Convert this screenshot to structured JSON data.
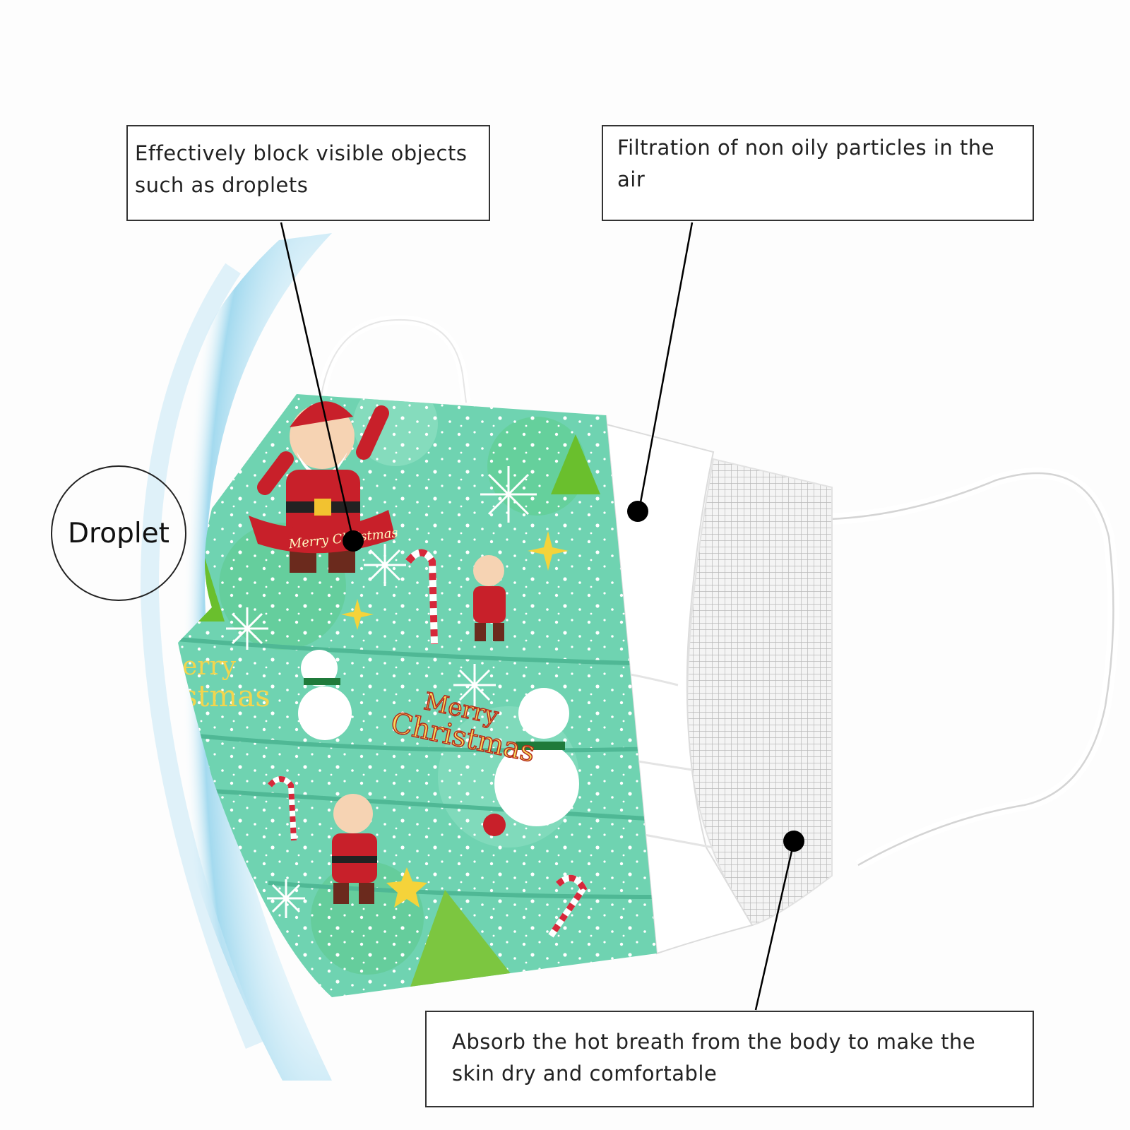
{
  "callouts": {
    "block_droplets": "Effectively block visible objects such as droplets",
    "filtration": "Filtration of non oily particles in the air",
    "absorb": "Absorb the hot breath from the body to make the skin dry and comfortable"
  },
  "droplet_label": "Droplet",
  "pattern_text": {
    "banner": "Merry Christmas",
    "merry": "Merry",
    "christmas": "Christmas",
    "edge_top": "erry",
    "edge_bottom": "stmas"
  },
  "colors": {
    "mask_green": "#6fd3b1",
    "mask_green_dark": "#5cc29f",
    "droplet_blue": "#bfe6f5",
    "santa_red": "#c8202a",
    "layer_white": "#ffffff",
    "mesh_gray": "#d8d8d8",
    "pointer": "#000000"
  }
}
